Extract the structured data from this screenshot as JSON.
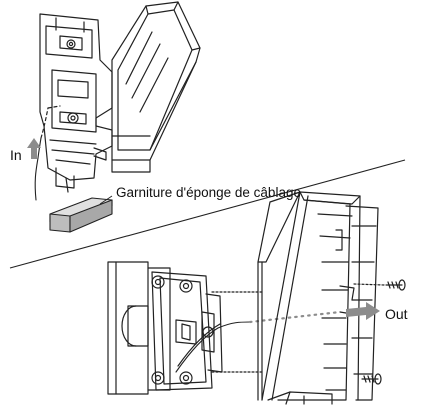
{
  "labels": {
    "in": "In",
    "sponge": "Garniture d'éponge de câblage",
    "out": "Out"
  },
  "colors": {
    "line": "#222222",
    "arrow_gray": "#8c8c8c",
    "sponge_fill": "#bdbdbd"
  }
}
